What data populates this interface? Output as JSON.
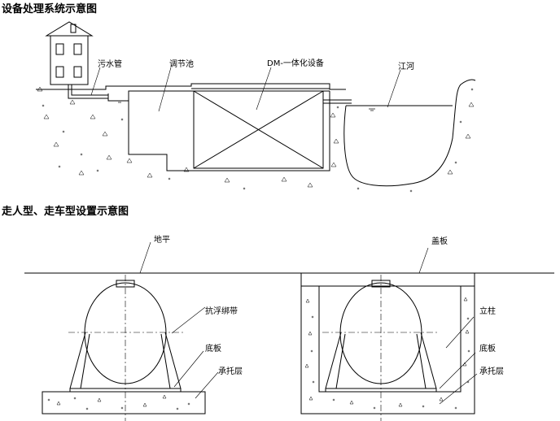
{
  "headings": {
    "process": "设备处理系统示意图",
    "install": "走人型、走车型设置示意图"
  },
  "process_labels": {
    "sewage_pipe": "污水管",
    "tank": "调节池",
    "equipment": "DM-一体化设备",
    "river": "江河"
  },
  "install_labels": {
    "ground": "地平",
    "cover": "盖板",
    "strap": "抗浮绑带",
    "base_left": "底板",
    "bearing_left": "承托层",
    "pillar": "立柱",
    "base_right": "底板",
    "bearing_right": "承托层"
  }
}
